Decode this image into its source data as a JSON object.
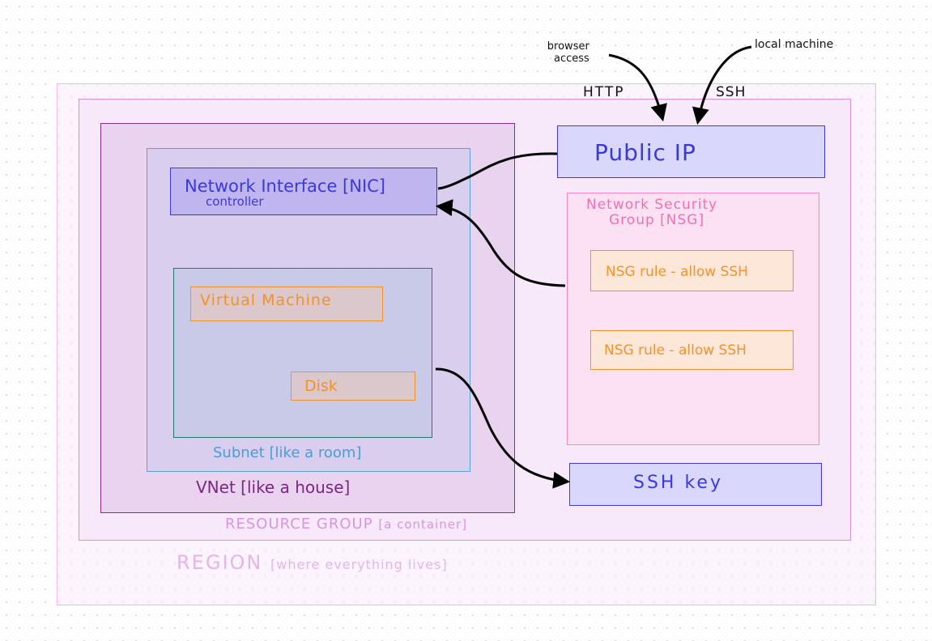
{
  "region": {
    "label": "REGION",
    "note": "[where everything lives]"
  },
  "resource_group": {
    "label": "RESOURCE GROUP",
    "note": "[a container]"
  },
  "vnet": {
    "label": "VNet [like a house]"
  },
  "subnet": {
    "label": "Subnet [like a room]"
  },
  "nic": {
    "label": "Network Interface [NIC]",
    "sublabel": "controller"
  },
  "vm": {
    "label": "Virtual Machine"
  },
  "disk": {
    "label": "Disk"
  },
  "public_ip": {
    "label": "Public IP"
  },
  "nsg": {
    "label_line1": "Network Security",
    "label_line2": "Group [NSG]"
  },
  "nsg_rules": [
    {
      "label": "NSG rule - allow SSH"
    },
    {
      "label": "NSG rule - allow SSH"
    }
  ],
  "ssh_key": {
    "label": "SSH key"
  },
  "inbound": {
    "http": "HTTP",
    "ssh": "SSH",
    "browser_line1": "browser",
    "browser_line2": "access",
    "local": "local machine"
  },
  "colors": {
    "region": "#ecb7ee",
    "resource_group": "#d98ee0",
    "vnet": "#8a2a8a",
    "subnet": "#5aa3d6",
    "vm_container": "#1f7a6a",
    "blue_resource": "#4338d8",
    "orange_resource": "#f2922a",
    "nsg": "#f488c0",
    "arrow": "#000000"
  }
}
